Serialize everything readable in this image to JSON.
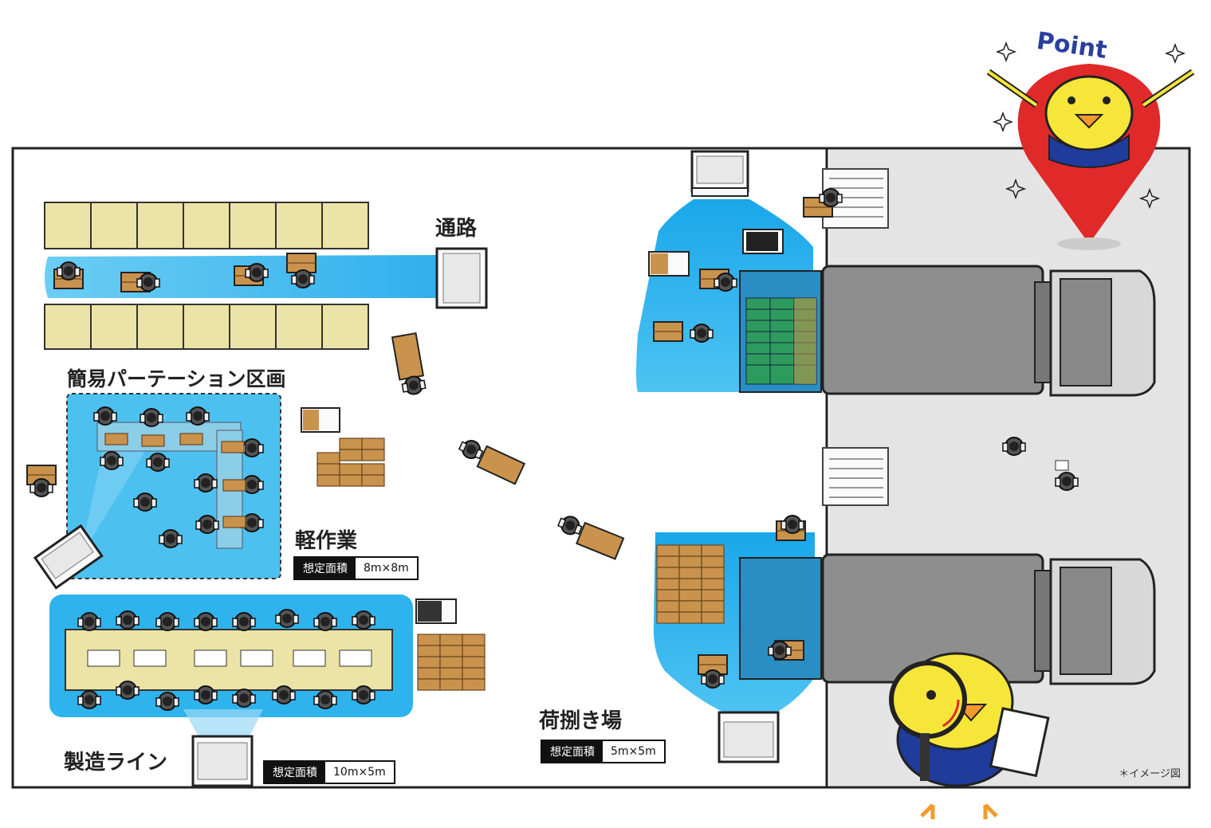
{
  "labels": {
    "passage": "通路",
    "partition_zone": "簡易パーテーション区画",
    "light_work": "軽作業",
    "production_line": "製造ライン",
    "sorting_area": "荷捌き場",
    "point_badge": "Point",
    "image_note": "＊イメージ図"
  },
  "area_tags": {
    "light_work": {
      "key": "想定面積",
      "value": "8m×8m"
    },
    "production_line": {
      "key": "想定面積",
      "value": "10m×5m"
    },
    "sorting_area": {
      "key": "想定面積",
      "value": "5m×5m"
    }
  },
  "colors": {
    "light_beam": "#3db8ee",
    "shelf": "#ece3a6",
    "cardboard": "#c9934d",
    "outdoor": "#e4e4e4",
    "truck": "#8e8e8e",
    "pin": "#e02a2a",
    "mascot": "#f6e63a"
  },
  "icons": [
    "light-fixture-icon",
    "worker-icon",
    "pallet-icon",
    "truck-icon",
    "mascot-icon",
    "magnifier-icon",
    "sparkle-icon",
    "forklift-icon"
  ]
}
